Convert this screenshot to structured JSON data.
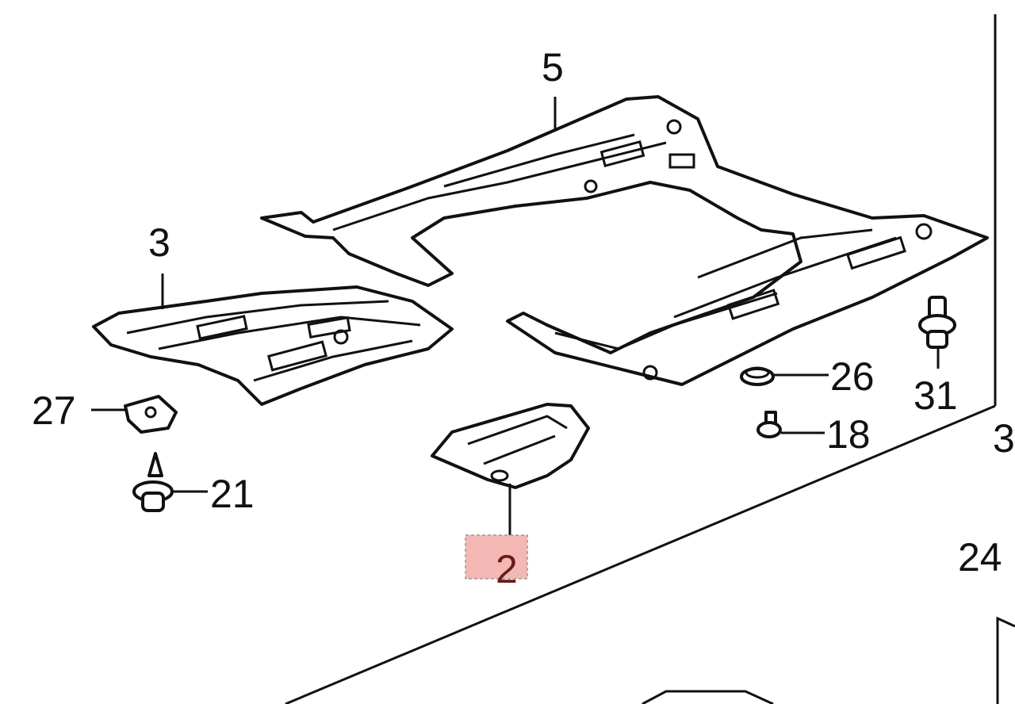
{
  "diagram": {
    "callouts": [
      {
        "number": "5"
      },
      {
        "number": "3"
      },
      {
        "number": "27"
      },
      {
        "number": "21"
      },
      {
        "number": "2",
        "highlighted": true
      },
      {
        "number": "26"
      },
      {
        "number": "18"
      },
      {
        "number": "31"
      },
      {
        "number": "3"
      },
      {
        "number": "24"
      }
    ],
    "colors": {
      "highlight_fill": "#f4b8b4",
      "highlight_text": "#6b1a1a",
      "line": "#111111"
    }
  }
}
